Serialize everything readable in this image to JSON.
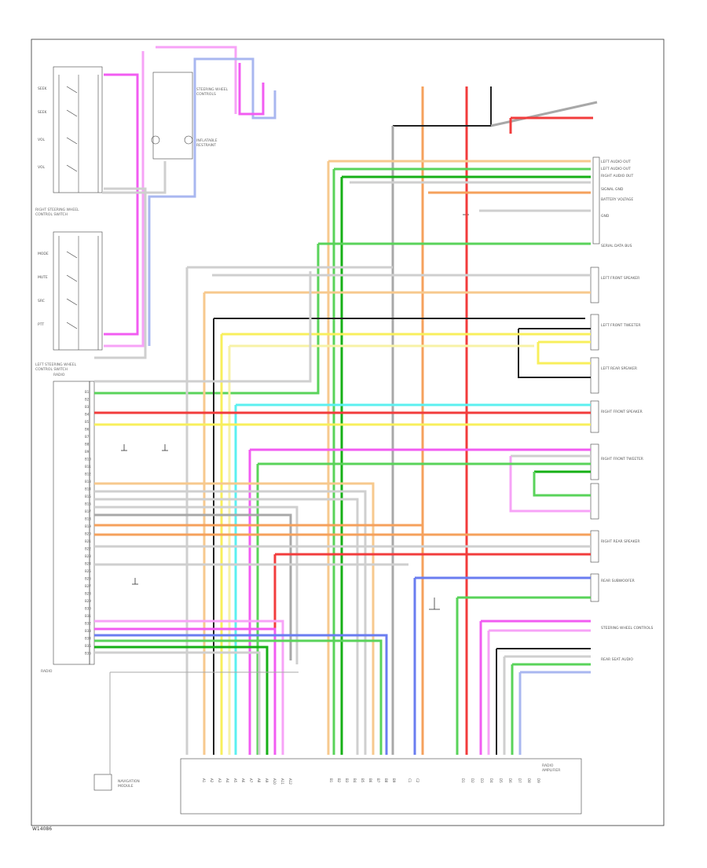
{
  "diagram": {
    "footer_code": "W14086",
    "frame_color": "#333333",
    "colors": {
      "orange": "#f5a15c",
      "orange_light": "#f7c98e",
      "red": "#f23c3c",
      "green": "#59d35a",
      "green_dark": "#16b016",
      "yellow": "#f8ef5c",
      "yellow_pale": "#f7f2a6",
      "magenta": "#f25cf2",
      "pink": "#f7a3f7",
      "blue": "#6a7df0",
      "light_blue": "#a9b7f0",
      "cyan": "#5cf0f0",
      "black": "#222222",
      "gray": "#a8a8a8",
      "light_gray": "#cfcfcf",
      "white_wire": "#e6e6e6"
    },
    "right_labels": [
      "LEFT AUDIO OUT",
      "LEFT AUDIO OUT",
      "RIGHT AUDIO OUT",
      "SIGNAL GND",
      "BATTERY VOLTAGE",
      "GND",
      "SERIAL DATA BUS",
      "LEFT FRONT SPEAKER",
      "LEFT FRONT TWEETER",
      "LEFT REAR SPEAKER",
      "RIGHT FRONT SPEAKER",
      "RIGHT FRONT TWEETER",
      "RIGHT REAR SPEAKER",
      "REAR SUBWOOFER",
      "STEERING WHEEL CONTROLS",
      "REAR SEAT AUDIO"
    ],
    "left_pins": [
      "B1",
      "B2",
      "B3",
      "B4",
      "B5",
      "B6",
      "B7",
      "B8",
      "B9",
      "B10",
      "B11",
      "B12",
      "B13",
      "B14",
      "B15",
      "B16",
      "B17",
      "B18",
      "B19",
      "B20",
      "B21",
      "B22",
      "B23",
      "B24",
      "B25",
      "B26",
      "B27",
      "B28",
      "B29",
      "B30",
      "B31",
      "B32",
      "B33",
      "B34",
      "B35",
      "B36"
    ],
    "bottom_connector_pins": [
      "A1",
      "A2",
      "A3",
      "A4",
      "A5",
      "A6",
      "A7",
      "A8",
      "A9",
      "A10",
      "A11",
      "A12",
      "B1",
      "B2",
      "B3",
      "B4",
      "B5",
      "B6",
      "B7",
      "B8",
      "B9",
      "C1",
      "C2",
      "D1",
      "D2",
      "D3",
      "D4",
      "D5",
      "D6",
      "D7",
      "D8",
      "D9"
    ]
  }
}
